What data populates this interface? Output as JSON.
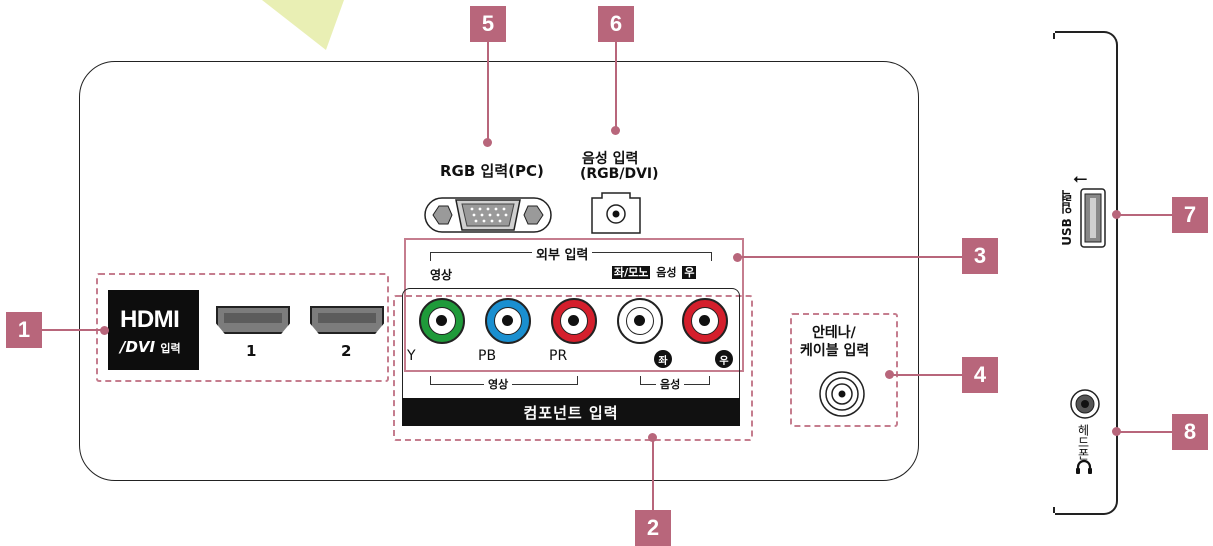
{
  "colors": {
    "callout": "#b8667b",
    "dashed_outline": "#c57d8e",
    "rca_green": "#1f9a3a",
    "rca_blue": "#1a8fd0",
    "rca_red": "#d41f2c",
    "rca_white": "#ffffff",
    "indicator": "#e9efb4"
  },
  "callouts": [
    "1",
    "2",
    "3",
    "4",
    "5",
    "6",
    "7",
    "8"
  ],
  "rgb": {
    "label": "RGB 입력(PC)"
  },
  "audio_in": {
    "line1": "음성 입력",
    "line2": "(RGB/DVI)"
  },
  "hdmi": {
    "logo": "HDMI",
    "sub_bold": "/DVI",
    "sub_normal": "입력",
    "port_labels": [
      "1",
      "2"
    ]
  },
  "external": {
    "title": "외부 입력",
    "video": "영상",
    "left_badge": "좌/모노",
    "audio": "음성",
    "right_badge": "우"
  },
  "component": {
    "jack_labels": [
      "Y",
      "PB",
      "PR"
    ],
    "left_mark": "좌",
    "right_mark": "우",
    "video_group": "영상",
    "audio_group": "음성",
    "title": "컴포넌트 입력"
  },
  "antenna": {
    "line1": "안테나/",
    "line2": "케이블 입력"
  },
  "usb": {
    "label": "USB 입력",
    "symbol": "⭠"
  },
  "headphone": {
    "label": "헤드폰"
  }
}
